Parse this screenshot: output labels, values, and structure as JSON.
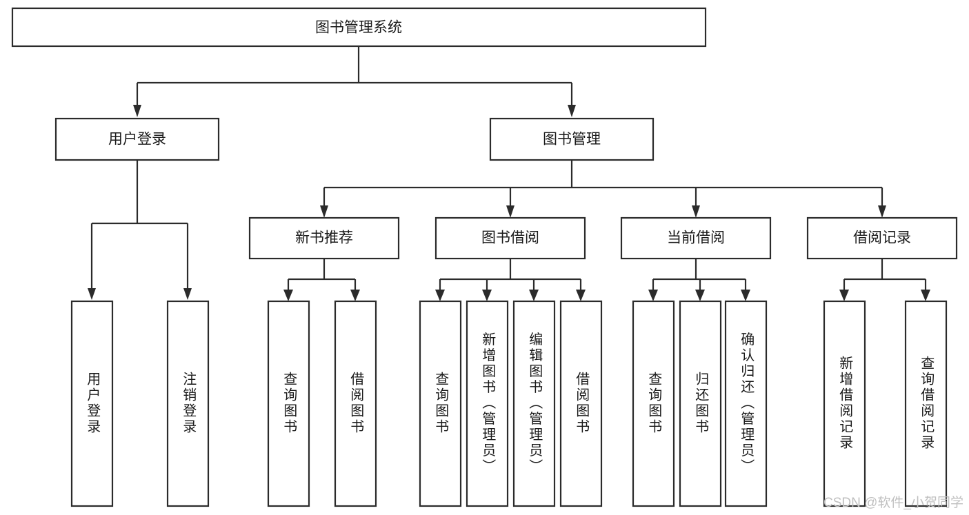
{
  "diagram": {
    "type": "tree-hierarchy-diagram",
    "title": "图书管理系统",
    "colors": {
      "stroke": "#2b2b2b",
      "fill": "#ffffff",
      "text": "#1a1a1a",
      "watermark": "#bfbfbf"
    },
    "root": {
      "label": "图书管理系统"
    },
    "level1": [
      {
        "label": "用户登录"
      },
      {
        "label": "图书管理"
      }
    ],
    "level2": [
      {
        "label": "新书推荐"
      },
      {
        "label": "图书借阅"
      },
      {
        "label": "当前借阅"
      },
      {
        "label": "借阅记录"
      }
    ],
    "leaves": {
      "user_login": [
        {
          "label": "用户登录"
        },
        {
          "label": "注销登录"
        }
      ],
      "new_book_recommend": [
        {
          "label": "查询图书"
        },
        {
          "label": "借阅图书"
        }
      ],
      "book_borrow": [
        {
          "label": "查询图书"
        },
        {
          "label": "新增图书（管理员）"
        },
        {
          "label": "编辑图书（管理员）"
        },
        {
          "label": "借阅图书"
        }
      ],
      "current_borrow": [
        {
          "label": "查询图书"
        },
        {
          "label": "归还图书"
        },
        {
          "label": "确认归还（管理员）"
        }
      ],
      "borrow_records": [
        {
          "label": "新增借阅记录"
        },
        {
          "label": "查询借阅记录"
        }
      ]
    },
    "watermark": "CSDN @软件_小贺同学"
  }
}
